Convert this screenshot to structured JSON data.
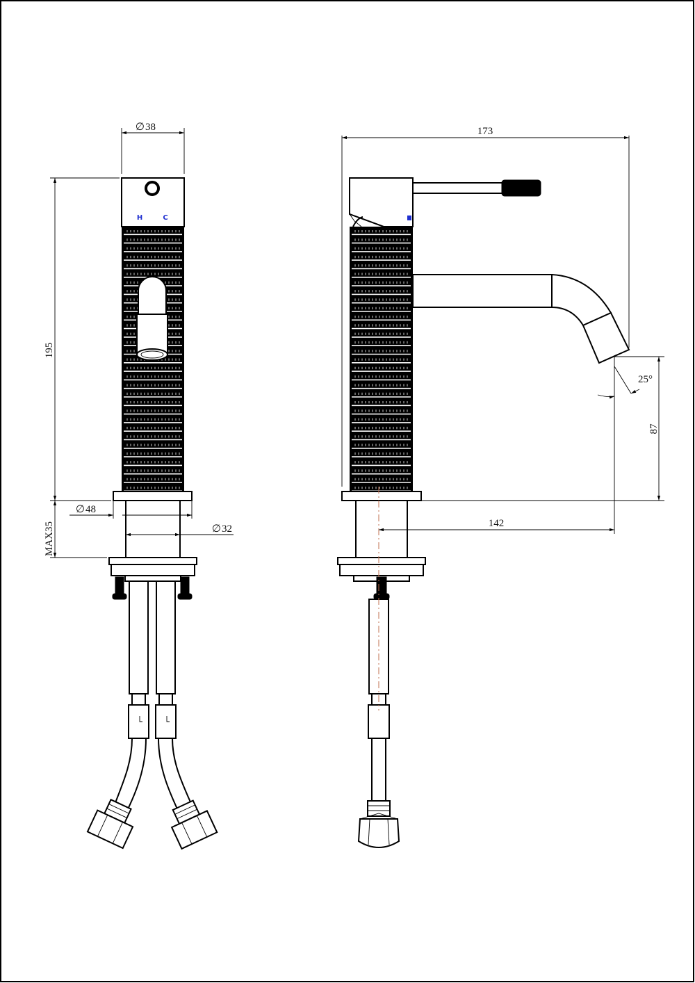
{
  "drawing": {
    "front_view": {
      "diameter_top": "38",
      "height": "195",
      "diameter_flange": "48",
      "max_thickness": "MAX35",
      "diameter_shank": "32",
      "hot_mark": "H",
      "cold_mark": "C"
    },
    "side_view": {
      "overall_length": "173",
      "spout_angle": "25°",
      "spout_height": "87",
      "spout_reach": "142"
    },
    "symbols": {
      "diameter": "∅"
    }
  }
}
